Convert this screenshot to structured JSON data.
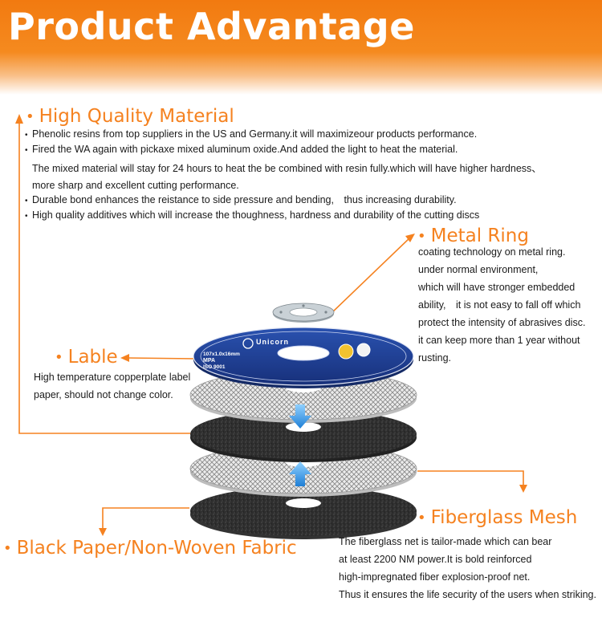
{
  "header": {
    "title": "Product Advantage"
  },
  "sections": {
    "high_quality": {
      "title": "High Quality Material",
      "lines": [
        "Phenolic resins from top suppliers in the US and Germany.it will maximizeour products performance.",
        "Fired the WA again with pickaxe mixed aluminum oxide.And added the light to heat the material.",
        "The mixed material will stay for 24 hours to heat the be combined with resin fully.which will have higher hardness、",
        "more sharp and excellent cutting performance.",
        "Durable bond enhances the reistance to side pressure and bending,　thus increasing durability.",
        "High quality additives which will increase the thoughness, hardness and durability of the cutting discs"
      ]
    },
    "metal_ring": {
      "title": "Metal Ring",
      "lines": [
        "coating technology on metal ring.",
        "under normal environment,",
        "which will have stronger embedded",
        " ability,　it is not easy to fall off which",
        "protect the intensity of abrasives disc.",
        "it can keep more than 1 year without",
        "rusting."
      ]
    },
    "lable": {
      "title": "Lable",
      "lines": [
        "High temperature copperplate label",
        "paper, should not change color."
      ]
    },
    "fiberglass": {
      "title": "Fiberglass Mesh",
      "lines": [
        "The fiberglass net is tailor-made which can bear",
        "at least 2200 NM power.It is bold reinforced",
        "high-impregnated fiber explosion-proof net.",
        "Thus it ensures the life security of the users when striking."
      ]
    },
    "black_paper": {
      "title": "Black Paper/Non-Woven Fabric"
    }
  },
  "disc_label": {
    "brand": "Unicorn",
    "spec1": "107x1.0x16mm",
    "spec2": "MPA",
    "spec3": "ISO 9001"
  },
  "colors": {
    "accent": "#f58220",
    "header": "#f27a10",
    "label_blue": "#1f3f95",
    "arrow_blue": "#2a8fe0"
  },
  "icons": {
    "bullet": "•",
    "arrow": "arrow-icon"
  }
}
